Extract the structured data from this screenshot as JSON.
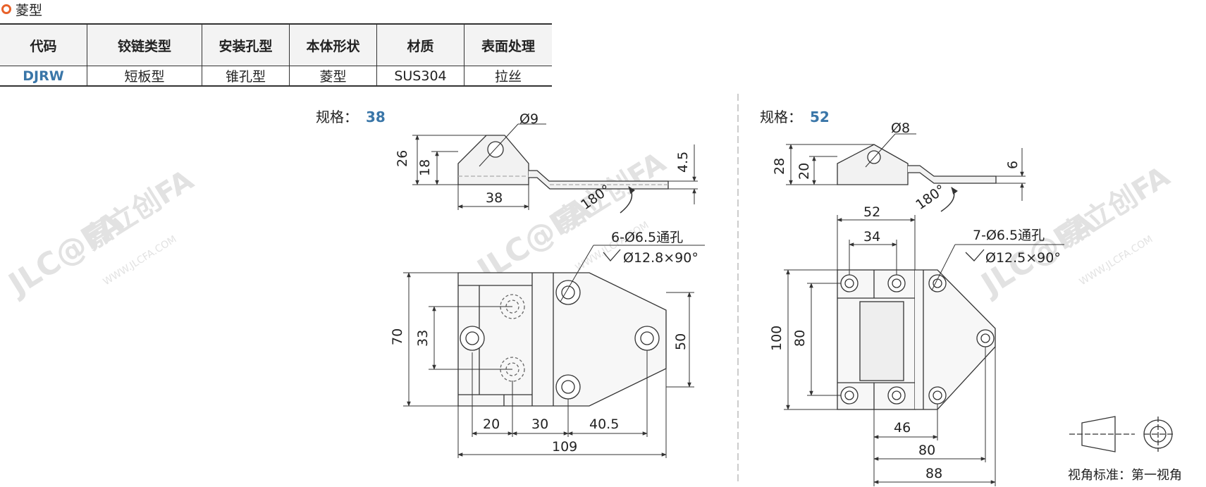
{
  "section": {
    "title": "菱型"
  },
  "table": {
    "headers": [
      "代码",
      "铰链类型",
      "安装孔型",
      "本体形状",
      "材质",
      "表面处理"
    ],
    "row": [
      "DJRW",
      "短板型",
      "锥孔型",
      "菱型",
      "SUS304",
      "拉丝"
    ]
  },
  "left": {
    "spec_label": "规格：",
    "spec_value": "38",
    "dims": {
      "hole_dia": "Ø9",
      "d26": "26",
      "d18": "18",
      "d38": "38",
      "d45": "4.5",
      "angle": "180°",
      "holes": "6-Ø6.5通孔",
      "csk": "Ø12.8×90°",
      "d70": "70",
      "d33": "33",
      "d50": "50",
      "d20": "20",
      "d30": "30",
      "d405": "40.5",
      "d109": "109"
    }
  },
  "right": {
    "spec_label": "规格：",
    "spec_value": "52",
    "dims": {
      "hole_dia": "Ø8",
      "d28": "28",
      "d20": "20",
      "d6": "6",
      "angle": "180°",
      "d52": "52",
      "d34": "34",
      "holes": "7-Ø6.5通孔",
      "csk": "Ø12.5×90°",
      "d100": "100",
      "d80v": "80",
      "d46": "46",
      "d80": "80",
      "d88": "88"
    }
  },
  "projection": {
    "label": "视角标准：第一视角"
  },
  "watermark": {
    "brand": "嘉立创FA",
    "logo": "JLC@FA",
    "url": "WWW.JLCFA.COM"
  },
  "colors": {
    "accent": "#e8622a",
    "code": "#3a76a8",
    "line": "#333333"
  }
}
